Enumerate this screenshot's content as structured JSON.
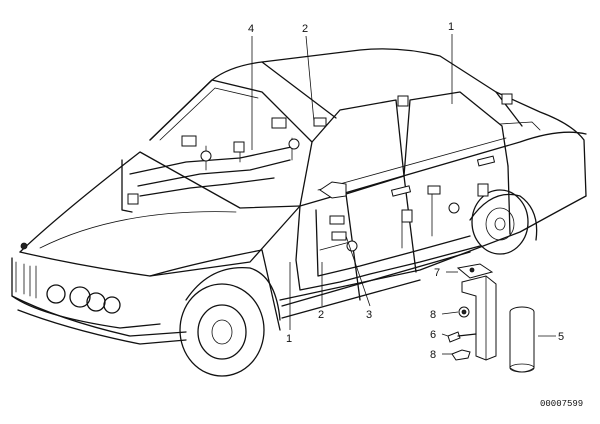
{
  "callouts": [
    {
      "id": "c4",
      "text": "4"
    },
    {
      "id": "c2top",
      "text": "2"
    },
    {
      "id": "c1top",
      "text": "1"
    },
    {
      "id": "c7",
      "text": "7"
    },
    {
      "id": "c8a",
      "text": "8"
    },
    {
      "id": "c6",
      "text": "6"
    },
    {
      "id": "c5",
      "text": "5"
    },
    {
      "id": "c8b",
      "text": "8"
    },
    {
      "id": "c1bot",
      "text": "1"
    },
    {
      "id": "c2bot",
      "text": "2"
    },
    {
      "id": "c3",
      "text": "3"
    }
  ],
  "drawing_number": "00007599"
}
